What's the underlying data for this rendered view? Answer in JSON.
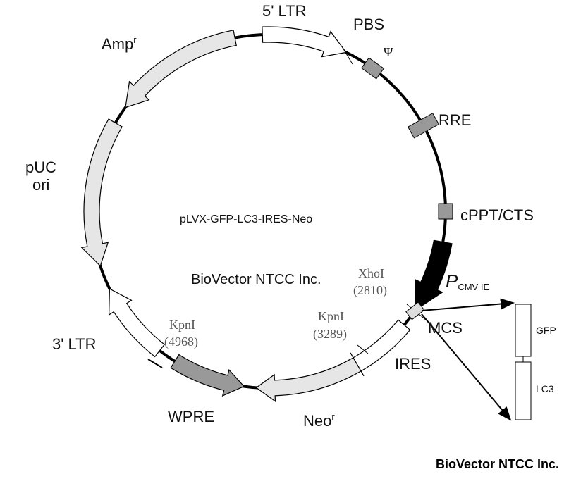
{
  "plasmid_name": "pLVX-GFP-LC3-IRES-Neo",
  "company_center": "BioVector NTCC Inc.",
  "watermark": "BioVector NTCC Inc.",
  "features": {
    "ltr5": "5' LTR",
    "pbs": "PBS",
    "psi": "Ψ",
    "rre": "RRE",
    "cppt": "cPPT/CTS",
    "pcmv_p": "P",
    "pcmv_sub": "CMV IE",
    "mcs": "MCS",
    "ires": "IRES",
    "neo": "Neo",
    "neo_sup": "r",
    "wpre": "WPRE",
    "ltr3": "3' LTR",
    "puc1": "pUC",
    "puc2": "ori",
    "amp": "Amp",
    "amp_sup": "r"
  },
  "sites": {
    "xhoi_name": "XhoI",
    "xhoi_pos": "(2810)",
    "kpni1_name": "KpnI",
    "kpni1_pos": "(3289)",
    "kpni2_name": "KpnI",
    "kpni2_pos": "(4968)"
  },
  "insert": {
    "gfp": "GFP",
    "lc3": "LC3"
  }
}
